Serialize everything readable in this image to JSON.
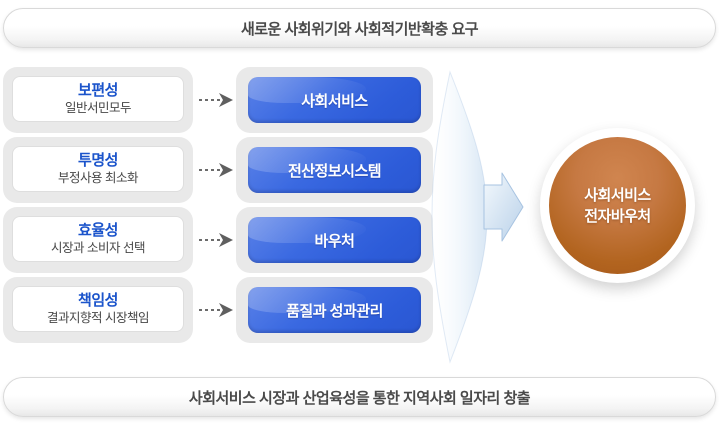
{
  "top_banner": {
    "text": "새로운 사회위기와 사회적기반확충 요구"
  },
  "bottom_banner": {
    "text": "사회서비스 시장과 산업육성을 통한 지역사회 일자리 창출"
  },
  "rows": [
    {
      "title": "보편성",
      "subtitle": "일반서민모두",
      "service": "사회서비스"
    },
    {
      "title": "투명성",
      "subtitle": "부정사용 최소화",
      "service": "전산정보시스템"
    },
    {
      "title": "효율성",
      "subtitle": "시장과 소비자 선택",
      "service": "바우처"
    },
    {
      "title": "책임성",
      "subtitle": "결과지향적 시장책임",
      "service": "품질과 성과관리"
    }
  ],
  "result_circle": {
    "line1": "사회서비스",
    "line2": "전자바우처"
  },
  "icons": {
    "dashed_arrow": "dashed-right-arrow",
    "merge_arrow": "lens-converge-right-arrow"
  },
  "colors": {
    "service_blue": "#2f5fd9",
    "factor_title_blue": "#1b54cb",
    "circle_orange": "#b2641f",
    "banner_text_gray": "#4a4a4a",
    "card_gray": "#e9e9e9",
    "arrow_light_blue": "#bfd5ea"
  }
}
